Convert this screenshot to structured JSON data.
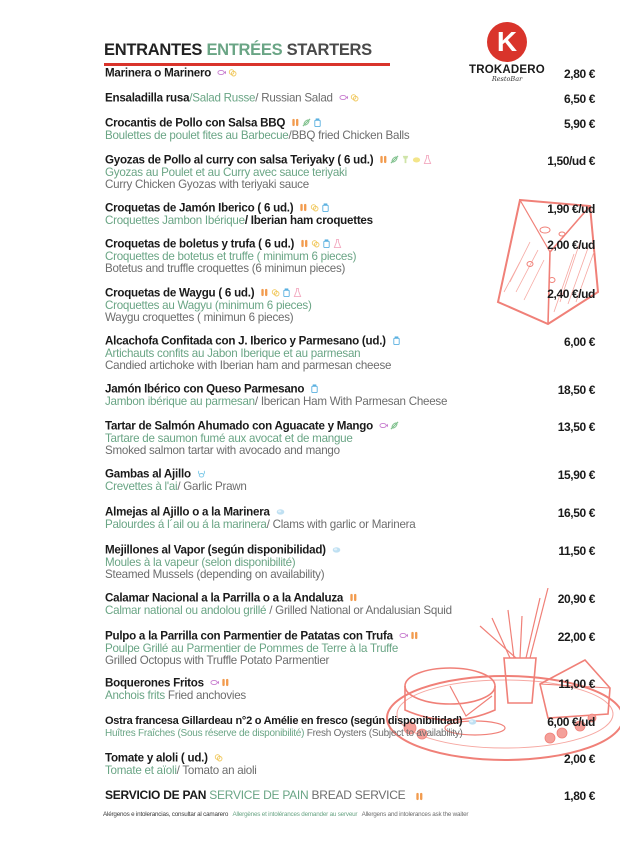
{
  "header": {
    "title_es": "ENTRANTES",
    "title_fr": "ENTRÉES",
    "title_en": "STARTERS"
  },
  "logo": {
    "letter": "K",
    "name": "TROKADERO",
    "subtitle": "RestoBar"
  },
  "colors": {
    "accent_red": "#d9342b",
    "french_green": "#6aa585",
    "english_gray": "#6d6d6d"
  },
  "items": [
    {
      "name": "Marinera o Marinero",
      "fr": "",
      "en": "",
      "price": "2,80 €",
      "allergens": [
        "fish-icon",
        "egg-icon"
      ]
    },
    {
      "name": "Ensaladilla rusa",
      "fr": "/Salad Russe",
      "en": "/ Russian Salad",
      "price": "6,50 €",
      "allergens": [
        "fish-icon",
        "egg-icon"
      ]
    },
    {
      "name": "Crocantis de Pollo con Salsa BBQ",
      "fr": "Boulettes de poulet fites au Barbecue",
      "en": "/BBQ fried Chicken Balls",
      "price": "5,90 €",
      "allergens": [
        "gluten-icon",
        "celery-icon",
        "milk-icon"
      ]
    },
    {
      "name": "Gyozas de Pollo al curry con salsa Teriyaky ( 6 ud.)",
      "fr": "Gyozas au Poulet et au Curry avec sauce teriyaki",
      "en": "Curry Chicken Gyozas with teriyaki sauce",
      "price": "1,50/ud €",
      "allergens": [
        "gluten-icon",
        "celery-icon",
        "mustard-icon",
        "soy-icon",
        "sesame-icon"
      ]
    },
    {
      "name": "Croquetas de Jamón Iberico ( 6 ud.)",
      "fr": "Croquettes Jambon Ibérique",
      "en": "/ Iberian ham croquettes",
      "price": "1,90 €/ud",
      "allergens": [
        "gluten-icon",
        "egg-icon",
        "milk-icon"
      ]
    },
    {
      "name": "Croquetas de boletus y trufa ( 6 ud.)",
      "fr": "Croquettes de botetus et truffe ( minimum 6 pieces)",
      "en": "Botetus and truffle croquettes (6  minimun pieces)",
      "price": "2,00 €/ud",
      "allergens": [
        "gluten-icon",
        "egg-icon",
        "milk-icon",
        "sesame-icon"
      ]
    },
    {
      "name": "Croquetas de Waygu ( 6 ud.)",
      "fr": "Croquettes au Wagyu (minimum 6 pieces)",
      "en": "Waygu croquettes ( minimun 6 pieces)",
      "price": "2,40 €/ud",
      "allergens": [
        "gluten-icon",
        "egg-icon",
        "milk-icon",
        "sesame-icon"
      ]
    },
    {
      "name": "Alcachofa Confitada con J. Iberico y  Parmesano (ud.)",
      "fr": "Artichauts confits au Jabon Iberique et au parmesan",
      "en": "Candied artichoke with Iberian ham and parmesan cheese",
      "price": "6,00 €",
      "allergens": [
        "milk-icon"
      ]
    },
    {
      "name": "Jamón Ibérico con Queso Parmesano",
      "fr": "Jambon ibérique au parmesan",
      "en": "/ Iberican Ham With Parmesan Cheese",
      "price": "18,50 €",
      "allergens": [
        "milk-icon"
      ]
    },
    {
      "name": "Tartar de Salmón Ahumado  con Aguacate y Mango",
      "fr": "Tartare de saumon fumé aux avocat et de mangue",
      "en": "Smoked salmon tartar with avocado and mango",
      "price": "13,50 €",
      "allergens": [
        "fish-icon",
        "celery-icon"
      ]
    },
    {
      "name": "Gambas al Ajillo",
      "fr": " Crevettes à l'ai",
      "en": "/ Garlic Prawn",
      "price": "15,90 €",
      "allergens": [
        "crustacean-icon"
      ]
    },
    {
      "name": "Almejas al Ajillo o a la Marinera",
      "fr": "Palourdes á l´ail ou á la marinera",
      "en": "/ Clams with garlic or Marinera",
      "price": "16,50 €",
      "allergens": [
        "mollusc-icon"
      ]
    },
    {
      "name": "Mejillones al Vapor (según disponibilidad)",
      "fr": "Moules à la vapeur (selon disponibilité)",
      "en": "Steamed Mussels (depending on availability)",
      "price": "11,50 €",
      "allergens": [
        "mollusc-icon"
      ]
    },
    {
      "name": "Calamar Nacional a la Parrilla o a la Andaluza",
      "fr": "Calmar national ou andolou grillé",
      "en": " / Grilled National  or Andalusian Squid",
      "price": "20,90 €",
      "allergens": [
        "gluten-icon"
      ]
    },
    {
      "name": "Pulpo a la Parrilla con Parmentier de Patatas con Trufa",
      "fr": "Poulpe Grillé au Parmentier de Pommes de Terre à la Truffe",
      "en": "Grilled Octopus with Truffle Potato Parmentier",
      "price": "22,00 €",
      "allergens": [
        "fish-icon",
        "gluten-icon"
      ]
    },
    {
      "name": "Boquerones Fritos",
      "fr": "Anchois frits",
      "en": "  Fried anchovies",
      "price": "11,00 €",
      "allergens": [
        "fish-icon",
        "gluten-icon"
      ]
    },
    {
      "name": "Ostra francesa Gillardeau n°2 o Amélie en fresco (según disponibilidad)",
      "fr": "Huîtres Fraîches (Sous réserve de disponibilité)",
      "en": "  Fresh Oysters (Subject to availability)",
      "price": "6,00 €/ud",
      "allergens": [
        "mollusc-icon"
      ]
    },
    {
      "name": "Tomate y aloli ( ud.)",
      "fr": "Tomate et aïoli",
      "en": "/ Tomato an aioli",
      "price": "2,00 €",
      "allergens": [
        "egg-icon"
      ]
    }
  ],
  "bread": {
    "es": "SERVICIO DE PAN",
    "fr": "SERVICE DE PAIN",
    "en": "BREAD SERVICE",
    "price": "1,80 €",
    "allergens": [
      "gluten-icon"
    ]
  },
  "footer": {
    "es": "Alérgenos e intolerancias, consultar al camarero",
    "fr": "Allergènes et  intolérances demander au serveur",
    "en": "Allergens and intolerances ask the waiter"
  }
}
